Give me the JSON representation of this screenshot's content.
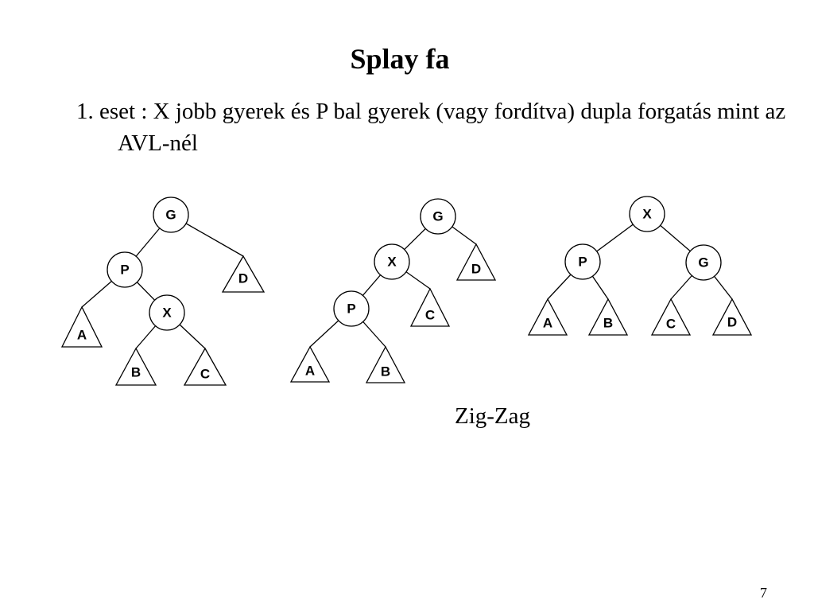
{
  "slide": {
    "title": "Splay fa",
    "bullet": "1. eset : X jobb gyerek és P bal gyerek (vagy fordítva) dupla forgatás mint az AVL-nél",
    "caption": "Zig-Zag",
    "page_number": "7"
  },
  "diagrams": [
    {
      "nodes": [
        "G",
        "P",
        "X"
      ],
      "subtrees": [
        "A",
        "B",
        "C",
        "D"
      ]
    },
    {
      "nodes": [
        "G",
        "X",
        "P"
      ],
      "subtrees": [
        "A",
        "B",
        "C",
        "D"
      ]
    },
    {
      "nodes": [
        "X",
        "P",
        "G"
      ],
      "subtrees": [
        "A",
        "B",
        "C",
        "D"
      ]
    }
  ]
}
